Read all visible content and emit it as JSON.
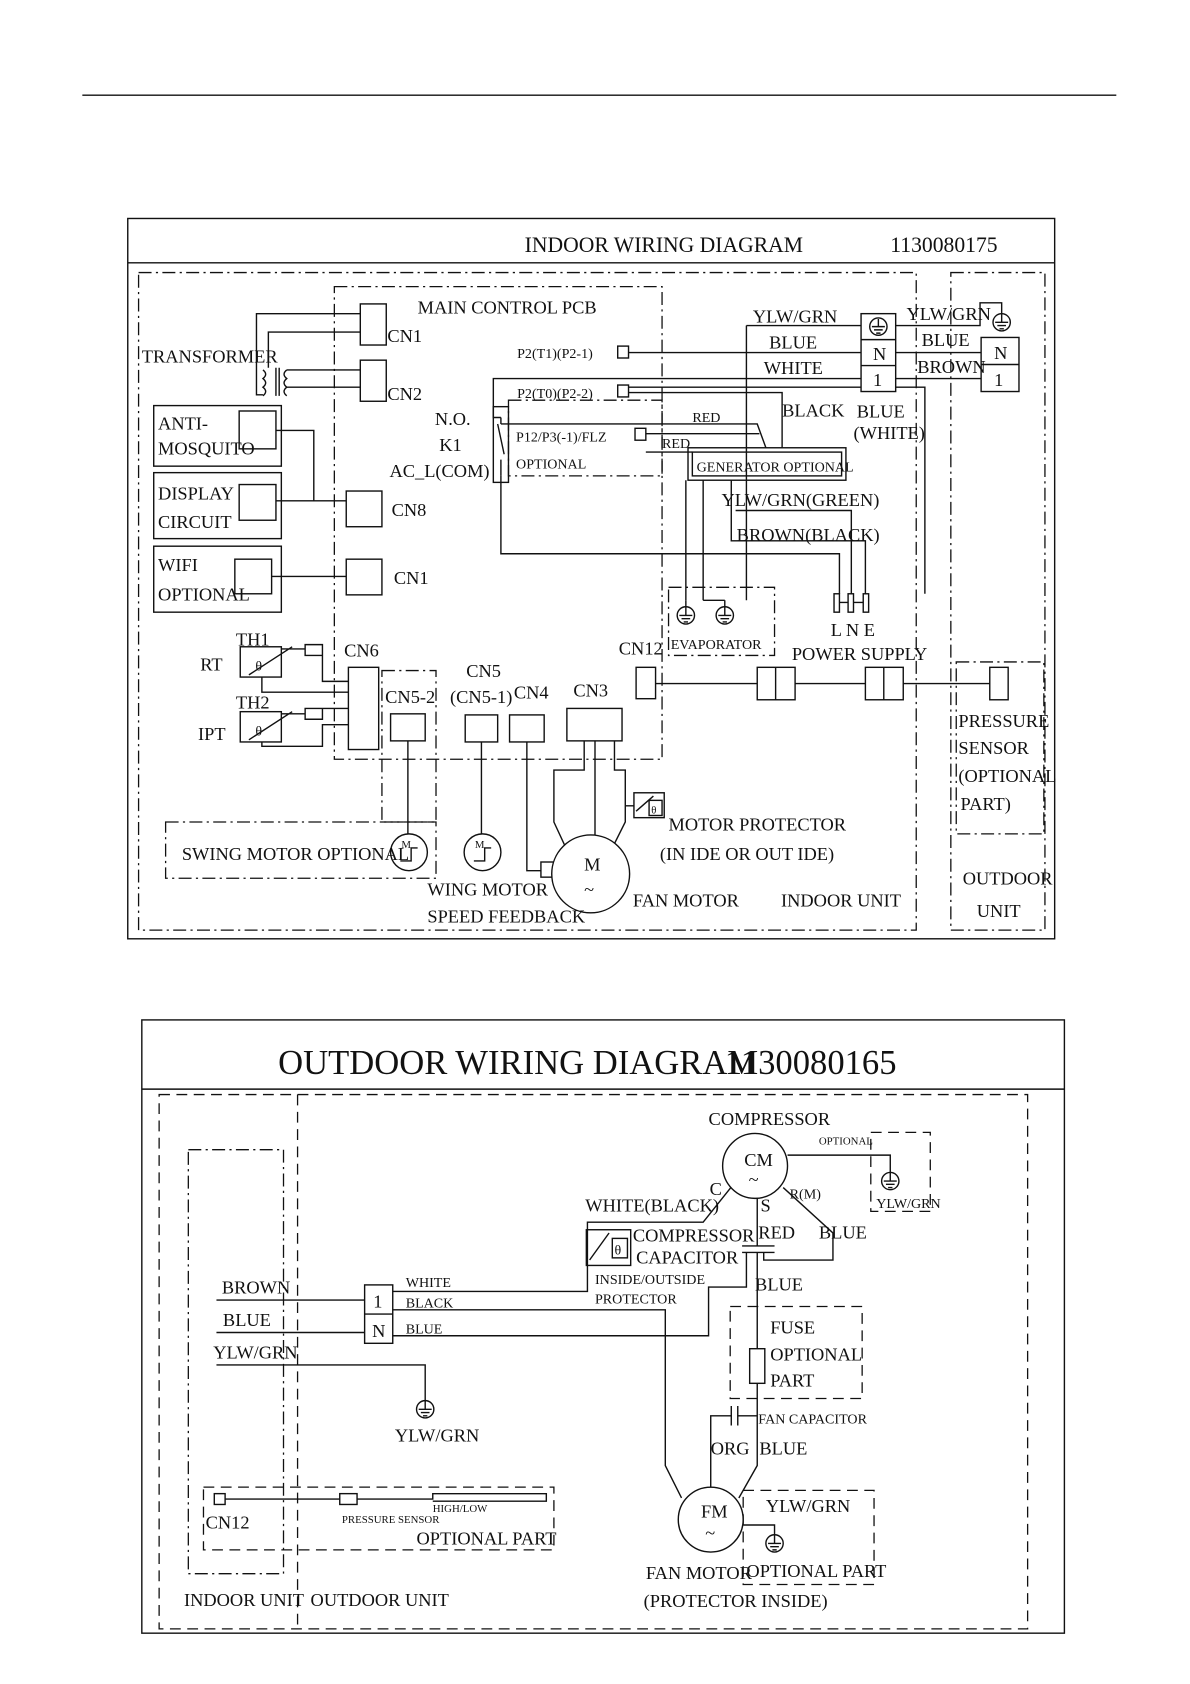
{
  "indoor": {
    "title": "INDOOR WIRING DIAGRAM",
    "code": "1130080175",
    "pcb": "MAIN CONTROL PCB",
    "transformer": "TRANSFORMER",
    "cn1": "CN1",
    "cn2": "CN2",
    "cn8": "CN8",
    "cn1_wifi": "CN1",
    "anti1": "ANTI-",
    "anti2": "MOSQUITO",
    "disp1": "DISPLAY",
    "disp2": "CIRCUIT",
    "wifi1": "WIFI",
    "wifi2": "OPTIONAL",
    "p2t1": "P2(T1)(P2-1)",
    "p2t0": "P2(T0)(P2-2)",
    "p12": "P12/P3(-1)/FLZ",
    "optional": "OPTIONAL",
    "no": "N.O.",
    "k1": "K1",
    "acl": "AC_L(COM)",
    "red1": "RED",
    "red2": "RED",
    "black": "BLACK",
    "blue_white1": "BLUE",
    "blue_white2": "(WHITE)",
    "generator": "GENERATOR OPTIONAL",
    "ylwgrn_l": "YLW/GRN",
    "blue_l": "BLUE",
    "white_l": "WHITE",
    "ylwgrn_r": "YLW/GRN",
    "blue_r": "BLUE",
    "brown_r": "BROWN",
    "term_n": "N",
    "term_1": "1",
    "ylwgrn_green": "YLW/GRN(GREEN)",
    "brown_black": "BROWN(BLACK)",
    "lne": "L N E",
    "power_supply": "POWER SUPPLY",
    "evaporator": "EVAPORATOR",
    "cn12": "CN12",
    "cn6": "CN6",
    "cn52": "CN5-2",
    "cn5": "CN5",
    "cn51": "(CN5-1)",
    "cn4": "CN4",
    "cn3": "CN3",
    "th1": "TH1",
    "th2": "TH2",
    "rt": "RT",
    "ipt": "IPT",
    "pressure": [
      "PRESSURE",
      "SENSOR",
      "(OPTIONAL",
      "PART)"
    ],
    "outdoor_unit": [
      "OUTDOOR",
      "UNIT"
    ],
    "swing": "SWING MOTOR OPTIONAL",
    "motor_m": "M",
    "motor_protector": "MOTOR PROTECTOR",
    "inside_outside": "(IN IDE OR OUT IDE)",
    "wing_motor": "WING MOTOR",
    "speed_feedback": "SPEED FEEDBACK",
    "fan_motor": "FAN MOTOR",
    "indoor_unit": "INDOOR UNIT",
    "tilde": "~",
    "theta": "θ"
  },
  "outdoor": {
    "title": "OUTDOOR WIRING DIAGRAM",
    "code": "1130080165",
    "compressor": "COMPRESSOR",
    "cm": "CM",
    "c": "C",
    "s": "S",
    "rm": "R(M)",
    "red": "RED",
    "blue1": "BLUE",
    "blue2": "BLUE",
    "white_black": "WHITE(BLACK)",
    "comp_cap1": "COMPRESSOR",
    "comp_cap2": "CAPACITOR",
    "protector1": "INSIDE/OUTSIDE",
    "protector2": "PROTECTOR",
    "optional": "OPTIONAL",
    "ylwgrn_comp": "YLW/GRN",
    "brown": "BROWN",
    "blue": "BLUE",
    "ylwgrn": "YLW/GRN",
    "term_1": "1",
    "term_n": "N",
    "white": "WHITE",
    "black": "BLACK",
    "blue_w": "BLUE",
    "ylwgrn_gnd": "YLW/GRN",
    "fuse": [
      "FUSE",
      "OPTIONAL",
      "PART"
    ],
    "fan_capacitor": "FAN CAPACITOR",
    "org": "ORG",
    "blue3": "BLUE",
    "fm": "FM",
    "fan_motor": "FAN MOTOR",
    "protector_inside": "(PROTECTOR INSIDE)",
    "ylwgrn_fm": "YLW/GRN",
    "optional_part_fm": "OPTIONAL PART",
    "cn12": "CN12",
    "pressure_sensor": "PRESSURE  SENSOR",
    "high_low": "HIGH/LOW",
    "optional_part": "OPTIONAL PART",
    "indoor_unit": "INDOOR UNIT",
    "outdoor_unit": "OUTDOOR UNIT",
    "tilde": "~",
    "theta": "θ"
  }
}
